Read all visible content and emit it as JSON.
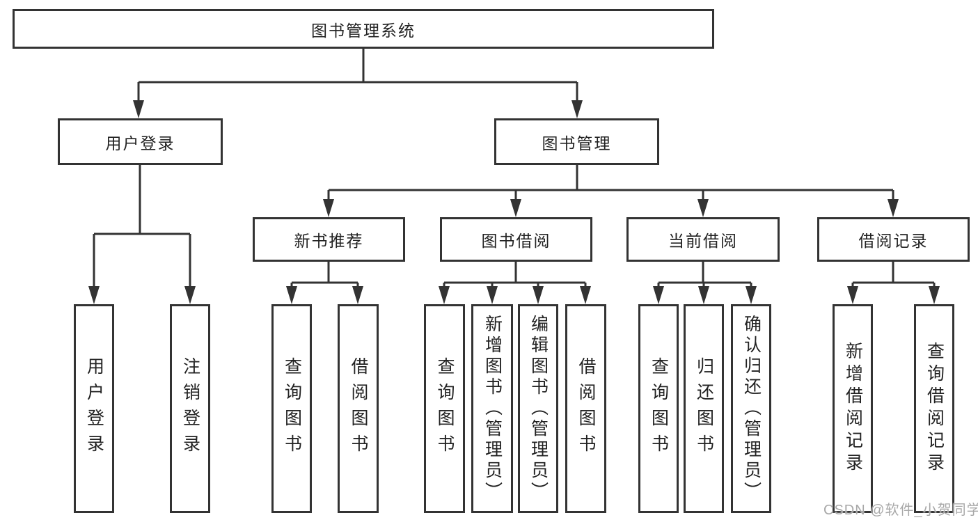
{
  "tree": {
    "root": "图书管理系统",
    "children": [
      {
        "label": "用户登录",
        "children": [
          "用户登录",
          "注销登录"
        ]
      },
      {
        "label": "图书管理",
        "children": [
          {
            "label": "新书推荐",
            "children": [
              "查询图书",
              "借阅图书"
            ]
          },
          {
            "label": "图书借阅",
            "children": [
              "查询图书",
              "新增图书（管理员）",
              "编辑图书（管理员）",
              "借阅图书"
            ]
          },
          {
            "label": "当前借阅",
            "children": [
              "查询图书",
              "归还图书",
              "确认归还（管理员）"
            ]
          },
          {
            "label": "借阅记录",
            "children": [
              "新增借阅记录",
              "查询借阅记录"
            ]
          }
        ]
      }
    ]
  },
  "watermark": {
    "text": "CSDN @软件_小贺同学",
    "color": "#a8a8a8"
  },
  "colors": {
    "line": "#333333",
    "box_border": "#333333",
    "box_background": "#ffffff",
    "text": "#222222",
    "page_background": "#ffffff"
  }
}
